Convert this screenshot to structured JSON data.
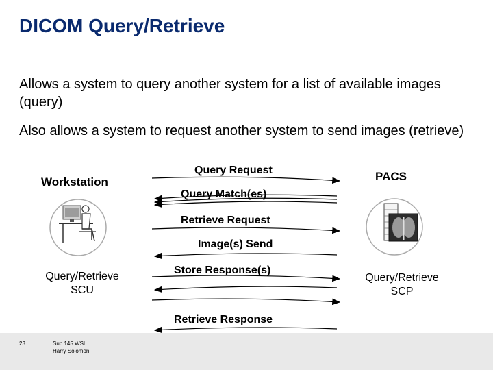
{
  "slide": {
    "title": "DICOM Query/Retrieve",
    "bullets": [
      "Allows a system to query another system for a list of available images (query)",
      "Also allows a system to request another system to send images (retrieve)"
    ]
  },
  "diagram": {
    "workstation_label": "Workstation",
    "pacs_label": "PACS",
    "scu_label": "Query/Retrieve SCU",
    "scp_label": "Query/Retrieve SCP",
    "messages": {
      "query_request": "Query Request",
      "query_matches": "Query Match(es)",
      "retrieve_request": "Retrieve Request",
      "image_send": "Image(s) Send",
      "store_response": "Store Response(s)",
      "retrieve_response": "Retrieve Response"
    }
  },
  "footer": {
    "page_number": "23",
    "line1": "Sup 145 WSI",
    "line2": "Harry Solomon"
  }
}
